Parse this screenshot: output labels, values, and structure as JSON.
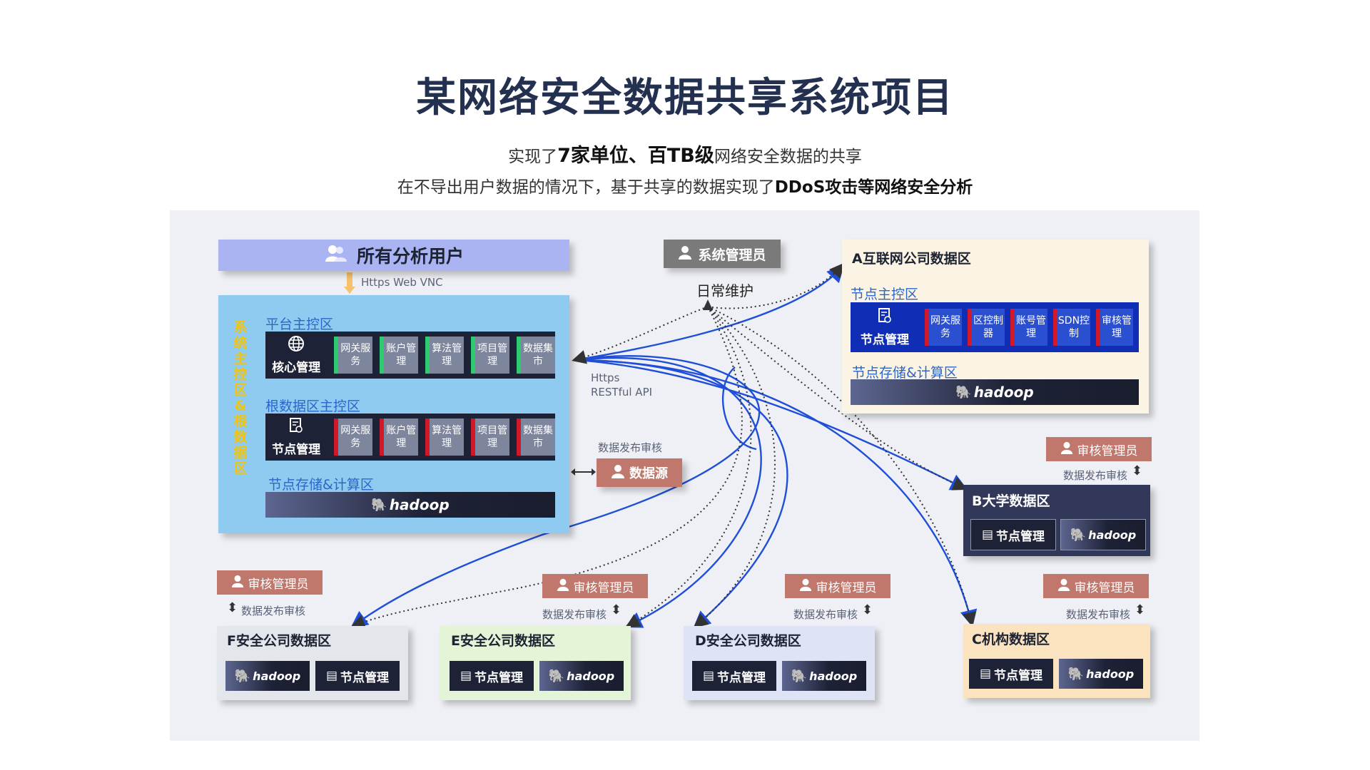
{
  "title": "某网络安全数据共享系统项目",
  "subtitle": {
    "line1_pre": "实现了",
    "line1_bold": "7家单位、百TB级",
    "line1_post": "网络安全数据的共享",
    "line2_pre": "在不导出用户数据的情况下，基于共享的数据实现了",
    "line2_bold": "DDoS攻击等网络安全分析"
  },
  "users": {
    "label": "所有分析用户",
    "link": "Https Web VNC"
  },
  "main_zone": {
    "vertical_label": "系统主控区&根数据区",
    "platform_label": "平台主控区",
    "platform_core": "核心管理",
    "platform_modules": [
      "网关服务",
      "账户管理",
      "算法管理",
      "项目管理",
      "数据集市"
    ],
    "root_label": "根数据区主控区",
    "root_core": "节点管理",
    "root_modules": [
      "网关服务",
      "账户管理",
      "算法管理",
      "项目管理",
      "数据集市"
    ],
    "storage_label": "节点存储&计算区",
    "hadoop": "hadoop"
  },
  "api_label": [
    "Https",
    "RESTful API"
  ],
  "sysadmin": {
    "label": "系统管理员",
    "task": "日常维护"
  },
  "datasource": {
    "label": "数据源",
    "review": "数据发布审核"
  },
  "zone_a": {
    "title": "A互联网公司数据区",
    "control_label": "节点主控区",
    "core": "节点管理",
    "modules": [
      "网关服务",
      "区控制器",
      "账号管理",
      "SDN控制",
      "审核管理"
    ],
    "storage_label": "节点存储&计算区",
    "hadoop": "hadoop"
  },
  "zone_b": {
    "title": "B大学数据区",
    "node": "节点管理",
    "hadoop": "hadoop",
    "auditor": "审核管理员",
    "review": "数据发布审核"
  },
  "zone_c": {
    "title": "C机构数据区",
    "node": "节点管理",
    "hadoop": "hadoop",
    "auditor": "审核管理员",
    "review": "数据发布审核"
  },
  "zone_d": {
    "title": "D安全公司数据区",
    "node": "节点管理",
    "hadoop": "hadoop",
    "auditor": "审核管理员",
    "review": "数据发布审核"
  },
  "zone_e": {
    "title": "E安全公司数据区",
    "node": "节点管理",
    "hadoop": "hadoop",
    "auditor": "审核管理员",
    "review": "数据发布审核"
  },
  "zone_f": {
    "title": "F安全公司数据区",
    "node": "节点管理",
    "hadoop": "hadoop",
    "auditor": "审核管理员",
    "review": "数据发布审核"
  },
  "colors": {
    "blue_line": "#1f4fd8",
    "dotted_line": "#333333",
    "auditor_red": "#c0776c",
    "zone_a_bg": "#fbf3e4",
    "zone_b_bg": "#32385a",
    "zone_c_bg": "#fbe3bf",
    "zone_d_bg": "#dfe3f6",
    "zone_e_bg": "#e3f5d6",
    "zone_f_bg": "#e3e6ea"
  }
}
